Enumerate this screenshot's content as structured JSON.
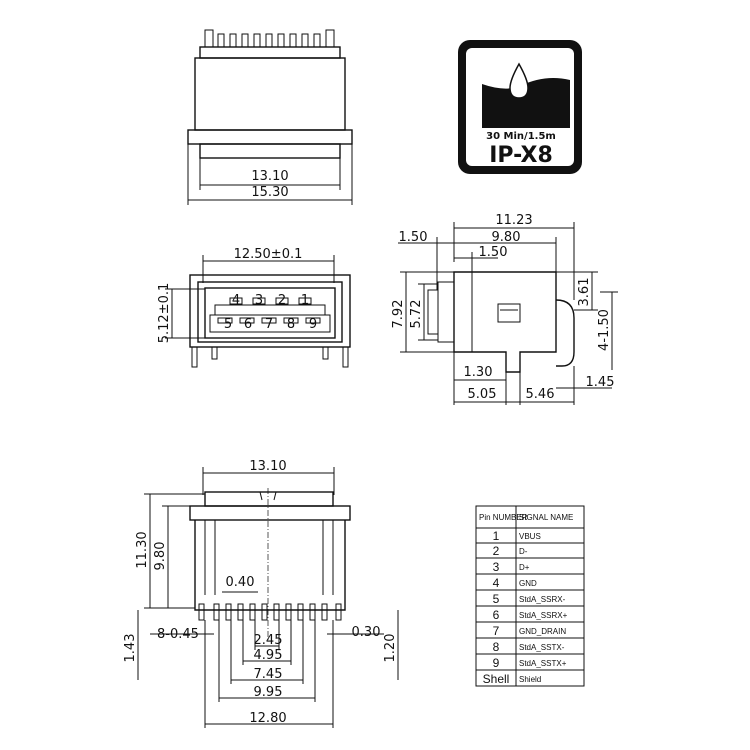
{
  "top_view": {
    "dim_inner": "13.10",
    "dim_outer": "15.30"
  },
  "front_view": {
    "dim_width": "12.50±0.1",
    "dim_height": "5.12±0.1",
    "pins_top": [
      "4",
      "3",
      "2",
      "1"
    ],
    "pins_bottom": [
      "5",
      "6",
      "7",
      "8",
      "9"
    ]
  },
  "side_view": {
    "dim_total": "11.23",
    "dim_a": "1.50",
    "dim_b": "9.80",
    "dim_c": "1.50",
    "dim_h_outer": "7.92",
    "dim_h_inner": "5.72",
    "dim_right_1": "3.61",
    "dim_right_2": "4-1.50",
    "dim_pin": "1.30",
    "dim_left_bottom": "5.05",
    "dim_right_bottom": "5.46",
    "dim_tab": "1.45"
  },
  "bottom_view": {
    "dim_top_width": "13.10",
    "dim_height_total": "11.30",
    "dim_height_body": "9.80",
    "dim_pitch": "0.40",
    "dim_pin_count": "8-0.45",
    "dim_pin_right": "0.30",
    "dim_left_low": "1.43",
    "dim_right_low": "1.20",
    "dim_span_1": "2.45",
    "dim_span_2": "4.95",
    "dim_span_3": "7.45",
    "dim_span_4": "9.95",
    "dim_span_5": "12.80"
  },
  "ip_badge": {
    "depth": "30 Min/1.5m",
    "rating": "IP-X8"
  },
  "pin_table": {
    "header_pin": "Pin NUMBER",
    "header_signal": "SIGNAL NAME",
    "rows": [
      {
        "pin": "1",
        "signal": "VBUS"
      },
      {
        "pin": "2",
        "signal": "D-"
      },
      {
        "pin": "3",
        "signal": "D+"
      },
      {
        "pin": "4",
        "signal": "GND"
      },
      {
        "pin": "5",
        "signal": "StdA_SSRX-"
      },
      {
        "pin": "6",
        "signal": "StdA_SSRX+"
      },
      {
        "pin": "7",
        "signal": "GND_DRAIN"
      },
      {
        "pin": "8",
        "signal": "StdA_SSTX-"
      },
      {
        "pin": "9",
        "signal": "StdA_SSTX+"
      },
      {
        "pin": "Shell",
        "signal": "Shield"
      }
    ]
  }
}
